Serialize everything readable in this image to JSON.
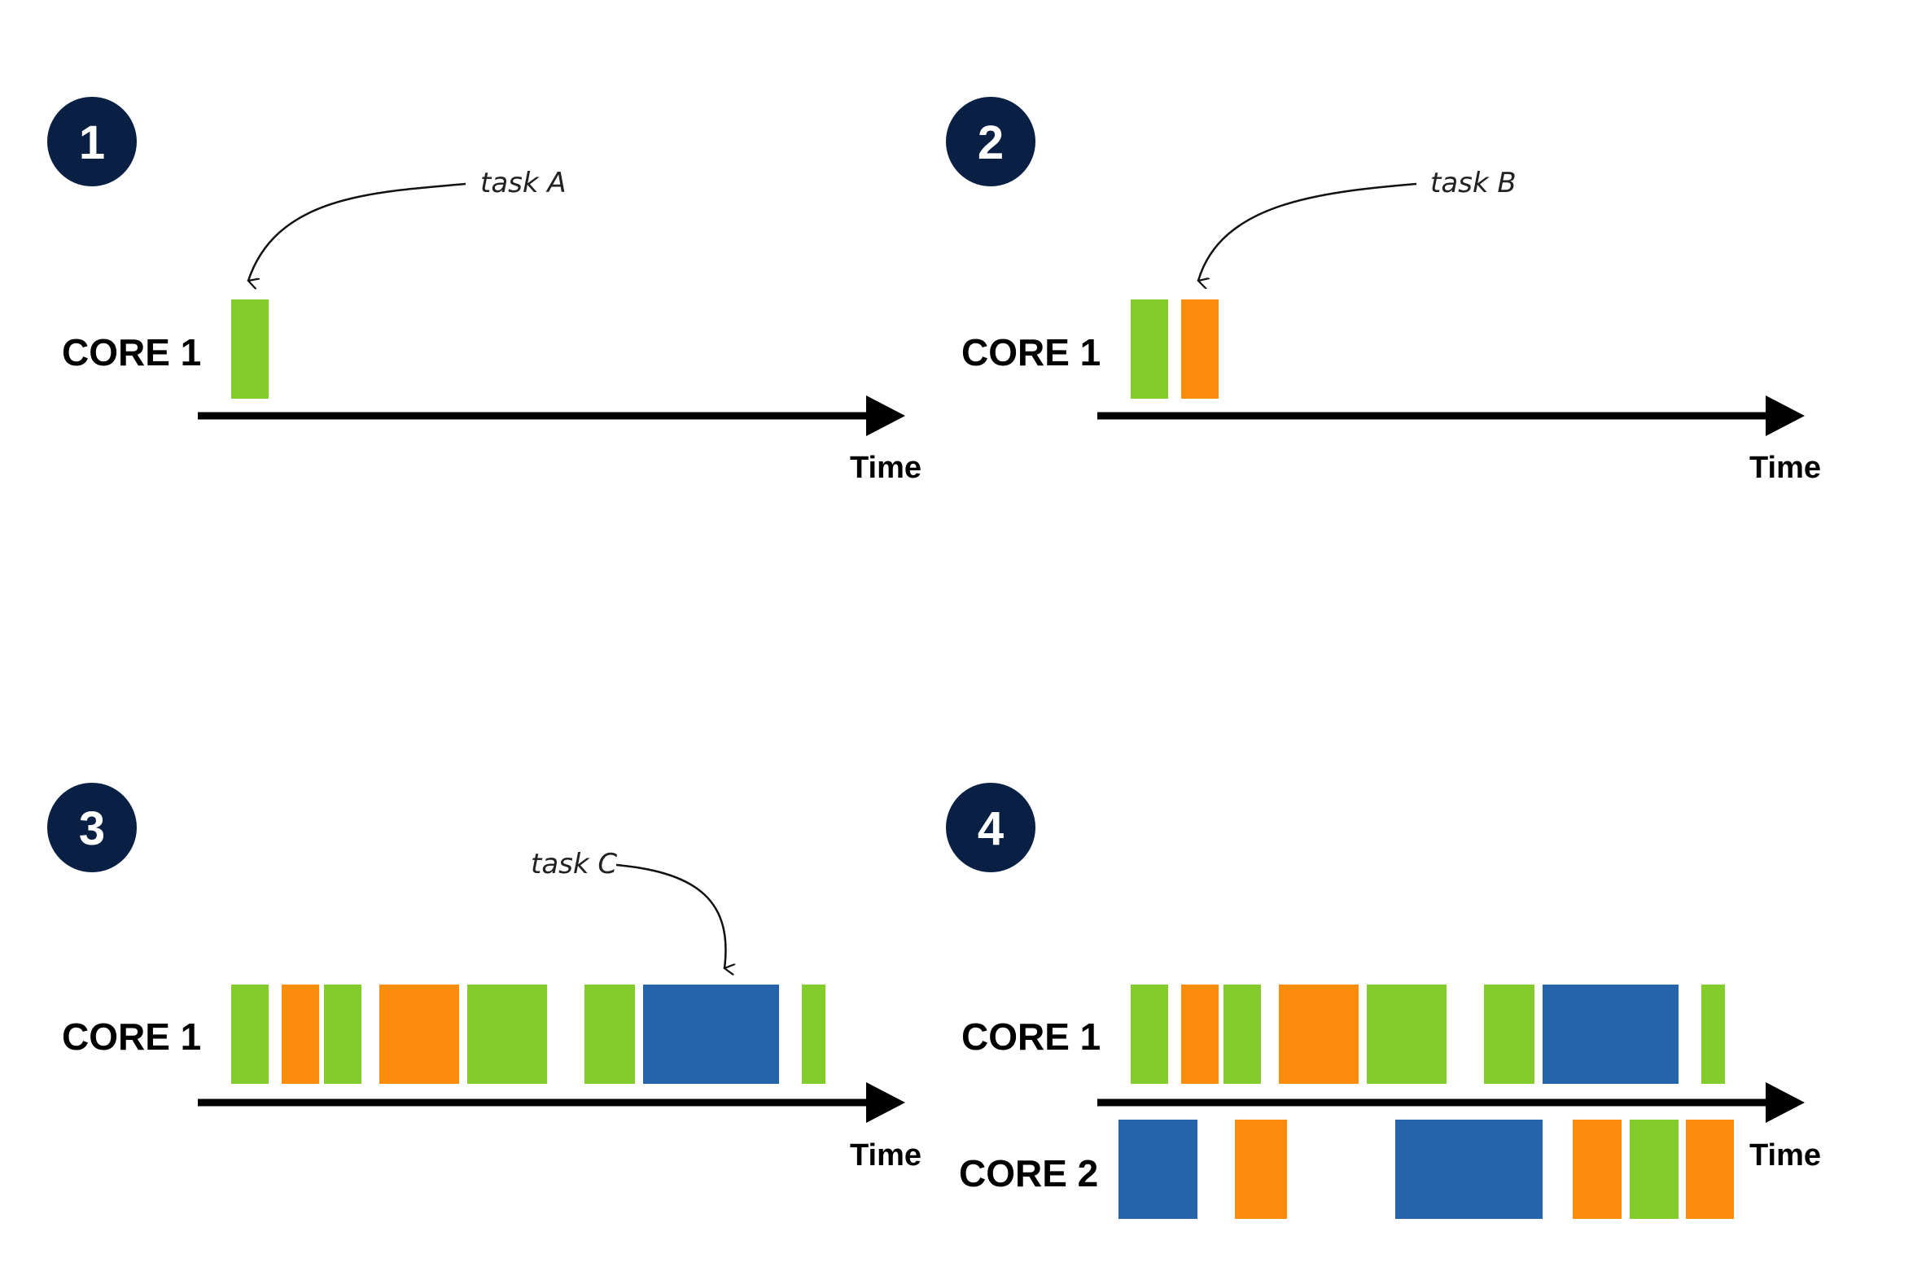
{
  "colors": {
    "badge": "#0a1f44",
    "A": "#84cc2b",
    "B": "#fc8c0c",
    "C": "#2563ab"
  },
  "panels": [
    {
      "number": "1",
      "time_label": "Time",
      "rows": [
        {
          "label": "CORE 1",
          "tasks": [
            "A"
          ]
        }
      ],
      "annotation": "task A"
    },
    {
      "number": "2",
      "time_label": "Time",
      "rows": [
        {
          "label": "CORE 1",
          "tasks": [
            "A",
            "B"
          ]
        }
      ],
      "annotation": "task B"
    },
    {
      "number": "3",
      "time_label": "Time",
      "rows": [
        {
          "label": "CORE 1",
          "tasks": [
            "A",
            "B",
            "A",
            "B",
            "A",
            "A",
            "C",
            "A"
          ]
        }
      ],
      "annotation": "task C"
    },
    {
      "number": "4",
      "time_label": "Time",
      "rows": [
        {
          "label": "CORE 1",
          "tasks": [
            "A",
            "B",
            "A",
            "B",
            "A",
            "A",
            "C",
            "A"
          ]
        },
        {
          "label": "CORE 2",
          "tasks": [
            "C",
            "B",
            "C",
            "B",
            "A",
            "B"
          ]
        }
      ]
    }
  ]
}
